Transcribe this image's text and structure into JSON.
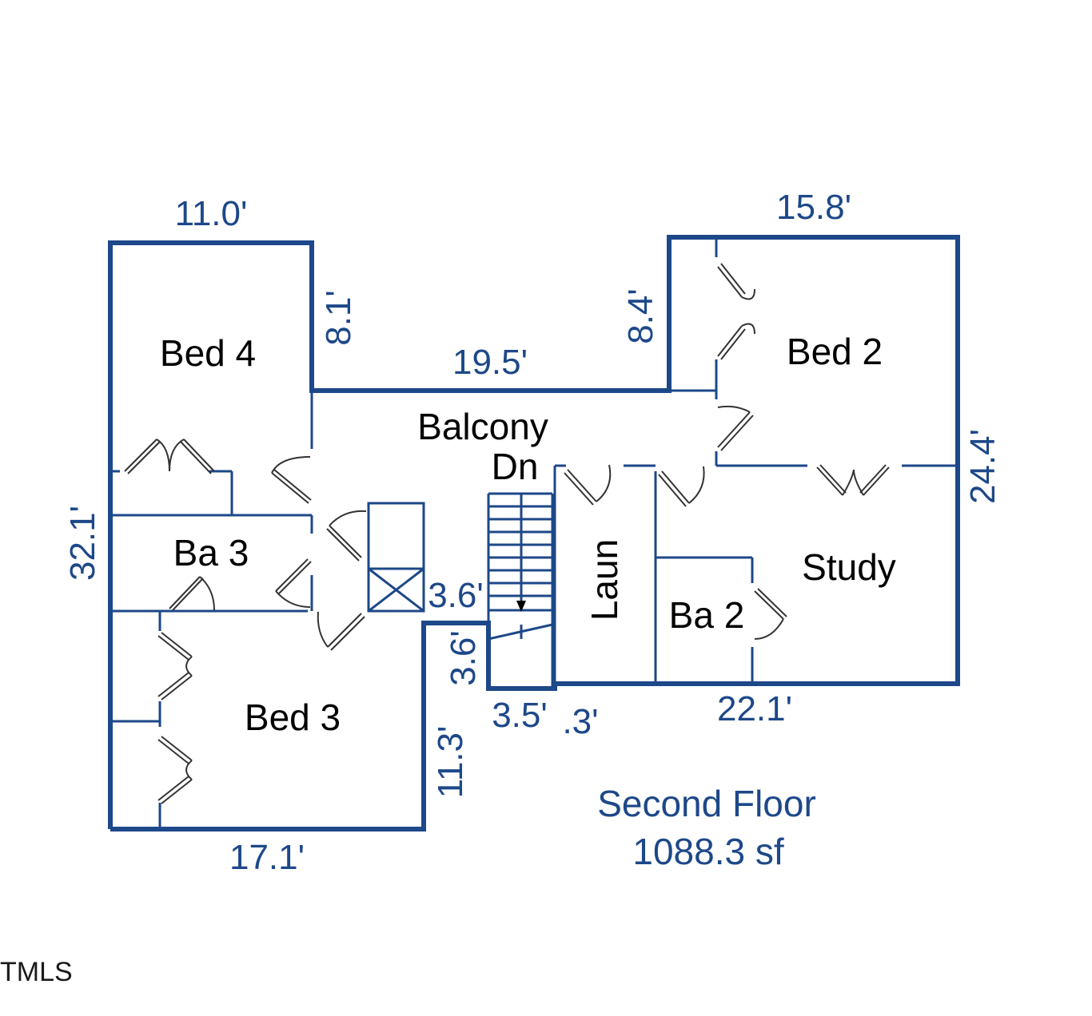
{
  "colors": {
    "wall": "#1d4889",
    "dimension_text": "#1d4889",
    "room_text": "#000000",
    "door": "#333333",
    "background": "#ffffff"
  },
  "rooms": {
    "bed4": "Bed 4",
    "bed2": "Bed 2",
    "balcony": "Balcony",
    "stairs_down": "Dn",
    "ba3": "Ba 3",
    "laun": "Laun",
    "study": "Study",
    "ba2": "Ba 2",
    "bed3": "Bed 3"
  },
  "dimensions": {
    "top_left": "11.0'",
    "top_right": "15.8'",
    "left_notch": "8.1'",
    "right_notch": "8.4'",
    "balcony_width": "19.5'",
    "left_height": "32.1'",
    "right_height": "24.4'",
    "stair_step_h": "3.6'",
    "stair_step_v": "3.6'",
    "stair_bottom": "3.5'",
    "small_offset": ".3'",
    "bottom_right": "22.1'",
    "bed3_height": "11.3'",
    "bottom_left": "17.1'"
  },
  "caption": {
    "title": "Second Floor",
    "area": "1088.3 sf"
  },
  "watermark": "TMLS"
}
